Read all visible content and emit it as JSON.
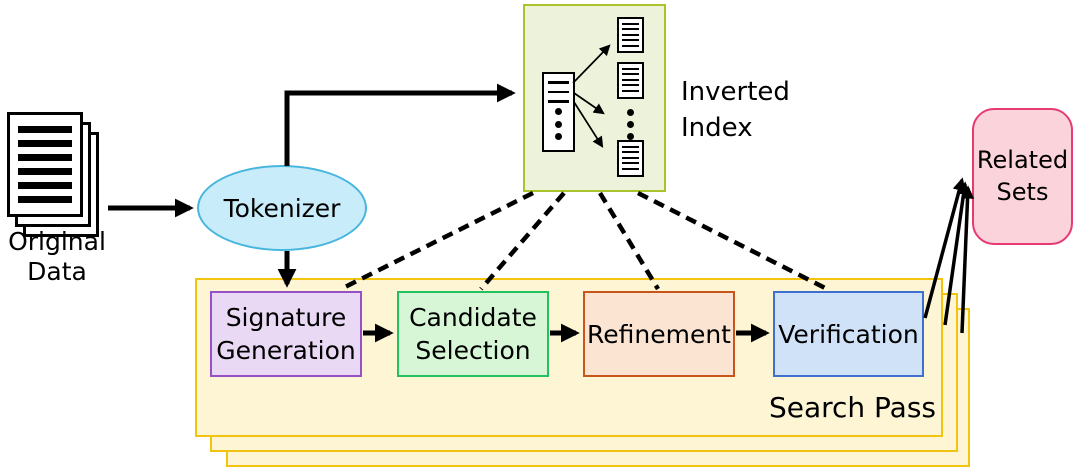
{
  "nodes": {
    "original_data": {
      "label": "Original Data"
    },
    "tokenizer": {
      "label": "Tokenizer"
    },
    "inverted_index": {
      "label": "Inverted Index"
    },
    "related_sets": {
      "label": "Related Sets"
    }
  },
  "search_pass": {
    "label": "Search Pass",
    "stacked_passes": 3,
    "steps": [
      {
        "id": "signature-generation",
        "label": "Signature Generation",
        "fill": "#ead9f5",
        "border": "#9850c8"
      },
      {
        "id": "candidate-selection",
        "label": "Candidate Selection",
        "fill": "#d6f6d6",
        "border": "#25c160"
      },
      {
        "id": "refinement",
        "label": "Refinement",
        "fill": "#fbe4d2",
        "border": "#c8551c"
      },
      {
        "id": "verification",
        "label": "Verification",
        "fill": "#d0e2f8",
        "border": "#3f6fd0"
      }
    ]
  },
  "edges": [
    {
      "from": "original-data",
      "to": "tokenizer",
      "style": "solid-arrow"
    },
    {
      "from": "tokenizer",
      "to": "inverted-index",
      "style": "solid-arrow"
    },
    {
      "from": "tokenizer",
      "to": "signature-generation",
      "style": "solid-arrow"
    },
    {
      "from": "signature-generation",
      "to": "candidate-selection",
      "style": "solid-arrow"
    },
    {
      "from": "candidate-selection",
      "to": "refinement",
      "style": "solid-arrow"
    },
    {
      "from": "refinement",
      "to": "verification",
      "style": "solid-arrow"
    },
    {
      "from": "inverted-index",
      "to": "signature-generation",
      "style": "dashed"
    },
    {
      "from": "inverted-index",
      "to": "candidate-selection",
      "style": "dashed"
    },
    {
      "from": "inverted-index",
      "to": "refinement",
      "style": "dashed"
    },
    {
      "from": "inverted-index",
      "to": "verification",
      "style": "dashed"
    },
    {
      "from": "verification",
      "to": "related-sets",
      "style": "solid-arrow",
      "count": 3
    }
  ],
  "colors": {
    "background": "#ffffff",
    "connector": "#000000",
    "tokenizer_fill": "#c9ecfa",
    "tokenizer_border": "#45b6dc",
    "index_fill": "#edf2da",
    "index_border": "#abc32a",
    "pass_fill": "#fdf5d3",
    "pass_border": "#f2c40f",
    "related_fill": "#fbd3da",
    "related_border": "#e83a72"
  },
  "icons": {
    "original_data": "document-stack-icon",
    "index_dictionary": "term-list-icon",
    "index_postings": "document-icon"
  }
}
